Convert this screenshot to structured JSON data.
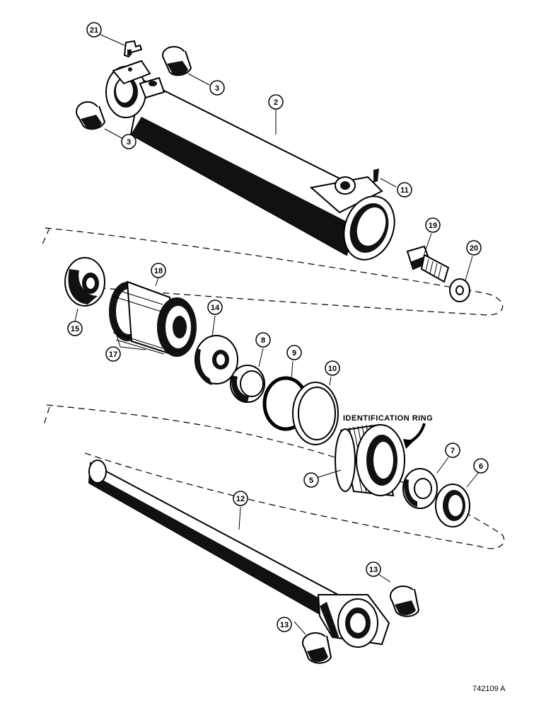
{
  "callouts": {
    "c21": "21",
    "c3a": "3",
    "c3b": "3",
    "c2": "2",
    "c11": "11",
    "c19": "19",
    "c20": "20",
    "c18": "18",
    "c15": "15",
    "c17": "17",
    "c14": "14",
    "c8": "8",
    "c9": "9",
    "c10": "10",
    "c5": "5",
    "c7": "7",
    "c6": "6",
    "c12": "12",
    "c13a": "13",
    "c13b": "13"
  },
  "identification_label": "IDENTIFICATION RING",
  "figure_number": "742109 A"
}
